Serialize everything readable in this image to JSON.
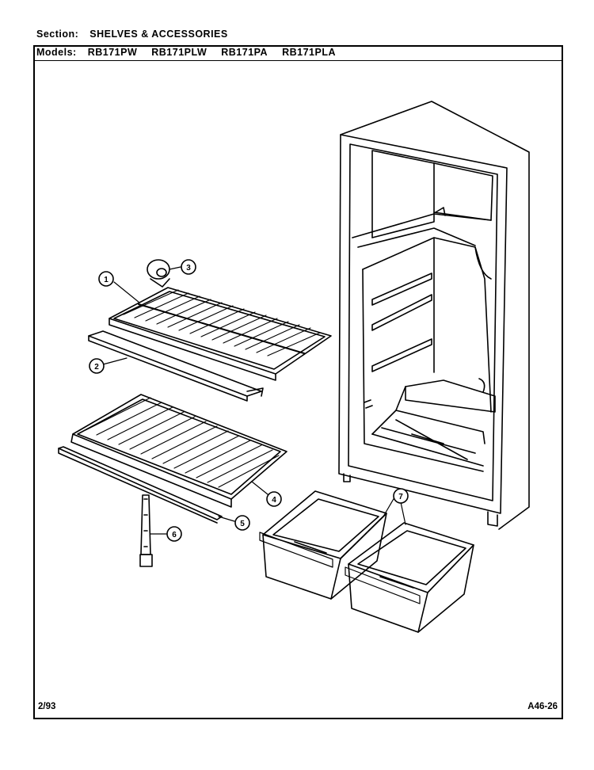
{
  "header": {
    "section_label": "Section:",
    "section_value": "SHELVES & ACCESSORIES",
    "models_label": "Models:",
    "models": [
      "RB171PW",
      "RB171PLW",
      "RB171PA",
      "RB171PLA"
    ]
  },
  "callouts": [
    "1",
    "2",
    "3",
    "4",
    "5",
    "6",
    "7"
  ],
  "footer": {
    "date": "2/93",
    "code": "A46-26"
  }
}
